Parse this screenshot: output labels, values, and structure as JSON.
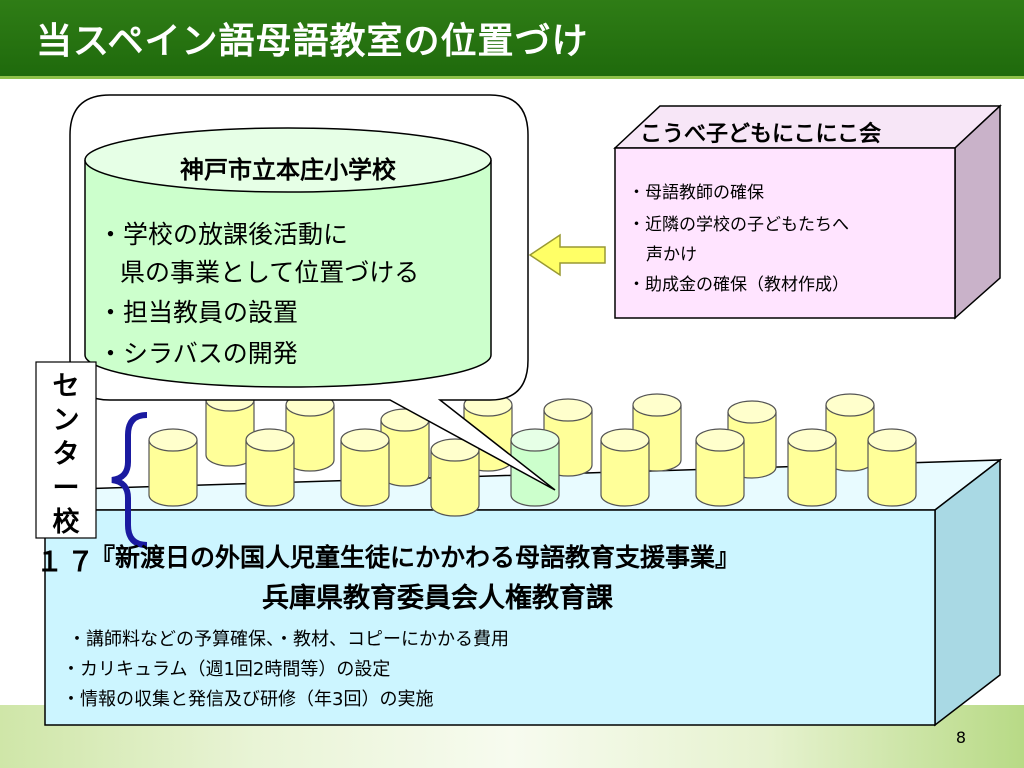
{
  "title": "当スペイン語母語教室の位置づけ",
  "school": {
    "name": "神戸市立本庄小学校",
    "lines": [
      "・学校の放課後活動に",
      "県の事業として位置づける",
      "・担当教員の設置",
      "・シラバスの開発"
    ]
  },
  "koube": {
    "name": "こうべ子どもにこにこ会",
    "lines": [
      "・母語教師の確保",
      "・近隣の学校の子どもたちへ",
      "声かけ",
      "・助成金の確保（教材作成）"
    ]
  },
  "center_schools": {
    "label_chars": [
      "セ",
      "ン",
      "タ",
      "ー",
      "校"
    ],
    "count": "１７"
  },
  "project": {
    "title": "『新渡日の外国人児童生徒にかかわる母語教育支援事業』",
    "org": "兵庫県教育委員会人権教育課",
    "lines": [
      "・講師料などの予算確保、・教材、コピーにかかる費用",
      "・カリキュラム（週1回2時間等）の設定",
      "・情報の収集と発信及び研修（年3回）の実施"
    ]
  },
  "page_number": "8",
  "colors": {
    "title_bar": "#2a7612",
    "cylinder_fill": "#ffff99",
    "school_cylinder": "#ccffcc",
    "koube_box": "#ffe4ff",
    "project_box": "#ccf5ff",
    "brace": "#1a1aa0",
    "arrow": "#ffff66"
  }
}
